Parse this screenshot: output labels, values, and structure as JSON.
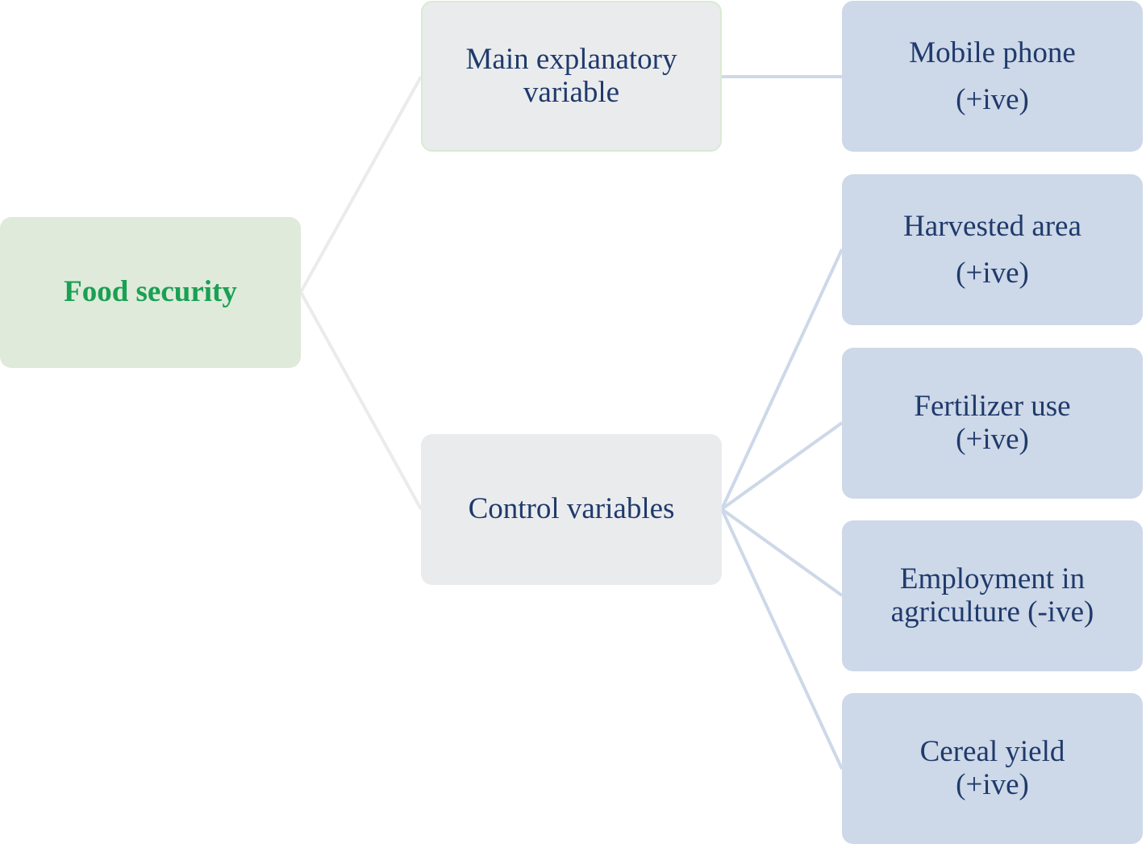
{
  "root": {
    "label": "Food security"
  },
  "main_variable": {
    "label_lines": [
      "Main explanatory",
      "variable"
    ],
    "children": [
      {
        "lines": [
          "Mobile phone",
          "(+ive)"
        ]
      }
    ]
  },
  "control_variables": {
    "label": "Control variables",
    "children": [
      {
        "lines": [
          "Harvested area",
          "(+ive)"
        ]
      },
      {
        "lines": [
          "Fertilizer use",
          "(+ive)"
        ]
      },
      {
        "lines": [
          "Employment in",
          "agriculture (-ive)"
        ]
      },
      {
        "lines": [
          "Cereal yield",
          "(+ive)"
        ]
      }
    ]
  },
  "colors": {
    "root_fill": "#dfeada",
    "root_text": "#1aa053",
    "mid_fill": "#eaebed",
    "leaf_fill": "#cdd8e8",
    "node_text": "#1f3a6b",
    "root_connector": "#ebebeb",
    "leaf_connector": "#cdd8e8"
  }
}
